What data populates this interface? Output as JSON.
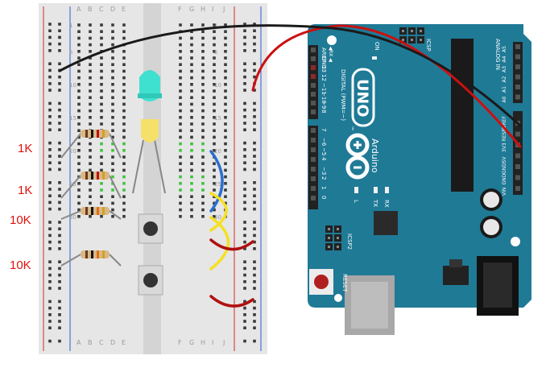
{
  "breadboard": {
    "column_letters": [
      "A",
      "B",
      "C",
      "D",
      "E",
      "F",
      "G",
      "H",
      "I",
      "J"
    ],
    "row_numbers": [
      "1",
      "5",
      "10",
      "15",
      "20",
      "25",
      "30"
    ],
    "colors": {
      "body": "#e6e6e6",
      "hole": "#3a3a3a",
      "connected": "#3fc43f",
      "red_rail": "#d02a2a",
      "blue_rail": "#2a5ad0"
    }
  },
  "resistor_labels": [
    "1K",
    "1K",
    "10K",
    "10K"
  ],
  "arduino": {
    "model": "UNO",
    "brand": "Arduino",
    "trademark": "™",
    "on_label": "ON",
    "digital_label": "DIGITAL (PWM=~)",
    "tx_rx_top": [
      "TX ◀",
      "RX ◀"
    ],
    "digital_pins": [
      "0",
      "1",
      "2",
      "~3",
      "4",
      "~5",
      "~6",
      "7",
      "8",
      "~9",
      "~10",
      "~11",
      "12",
      "13",
      "GND",
      "AREF"
    ],
    "analog_label": "ANALOG IN",
    "analog_pins": [
      "A5",
      "A4",
      "A3",
      "A2",
      "A1",
      "A0"
    ],
    "power_pins": [
      "VIN",
      "GND",
      "GND",
      "5V",
      "3V3",
      "RESET",
      "IOREF"
    ],
    "led_labels": [
      "L",
      "TX",
      "RX"
    ],
    "icsp_labels": [
      "ICSP",
      "ICSP2"
    ],
    "reset_label": "RESET",
    "colors": {
      "board": "#1f7a96",
      "text": "#ffffff",
      "header": "#222222"
    }
  },
  "components": {
    "led_colors": {
      "top": "#3fe0d0",
      "bottom": "#f5e06a"
    },
    "button_color": "#333333"
  },
  "wires": {
    "colors": {
      "black": "#1a1a1a",
      "red": "#cc1010",
      "blue": "#2a6fd0",
      "yellow": "#f5e020",
      "dark_red": "#b01010"
    }
  }
}
